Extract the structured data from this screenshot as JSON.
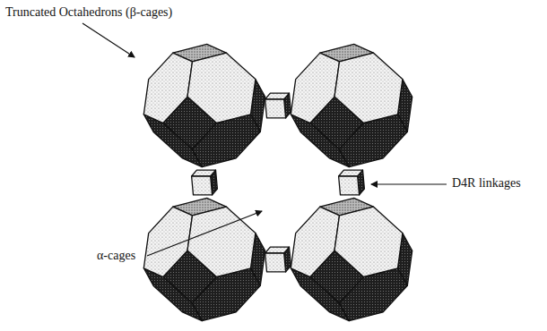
{
  "diagram": {
    "labels": [
      "Truncated Octahedrons (β-cages)",
      "α-cages",
      "D4R linkages"
    ]
  }
}
